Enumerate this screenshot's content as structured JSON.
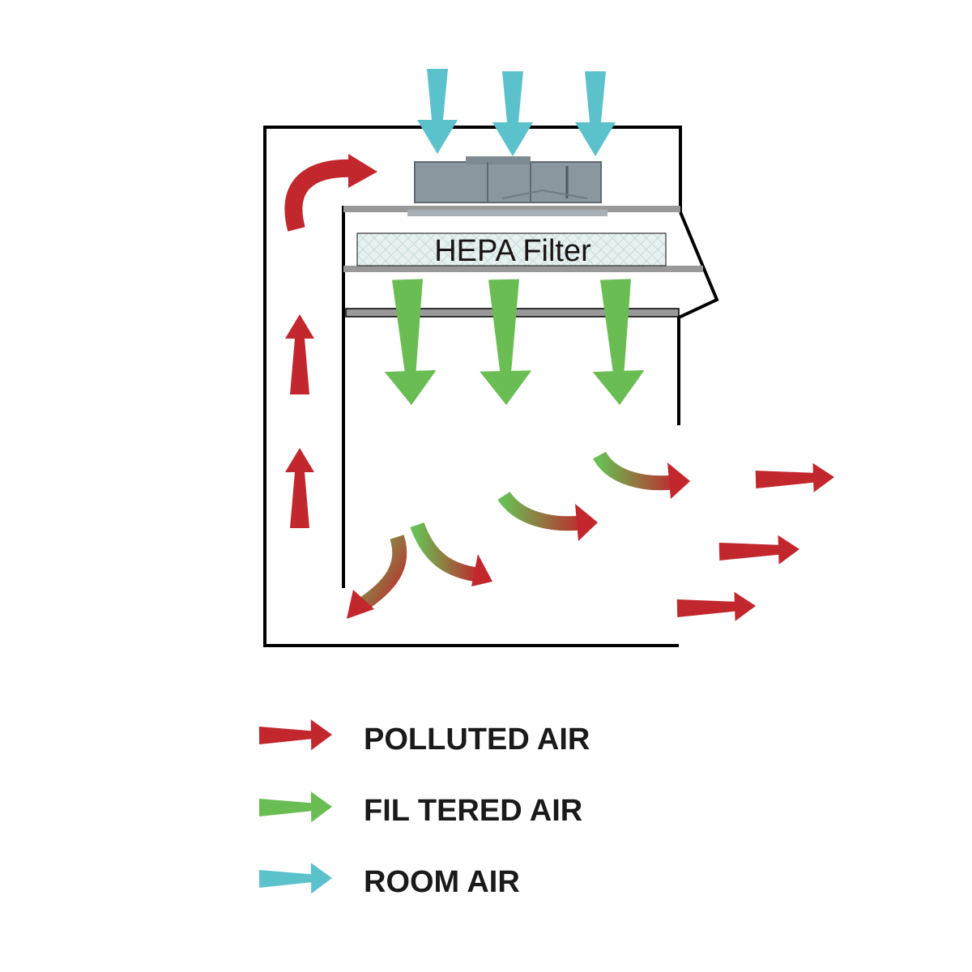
{
  "title": "Laminar flow cabinet airflow diagram",
  "labels": {
    "hepa_filter": "HEPA Filter"
  },
  "legend": [
    {
      "label": "POLLUTED AIR",
      "color": "#c1272d"
    },
    {
      "label": "FIL TERED AIR",
      "color": "#69bd53"
    },
    {
      "label": "ROOM AIR",
      "color": "#5bc2cc"
    }
  ],
  "colors": {
    "polluted": "#c1272d",
    "filtered": "#69bd53",
    "room": "#5bc2cc",
    "frame": "#000000",
    "shelf": "#999999",
    "fan": "#8a979f"
  }
}
